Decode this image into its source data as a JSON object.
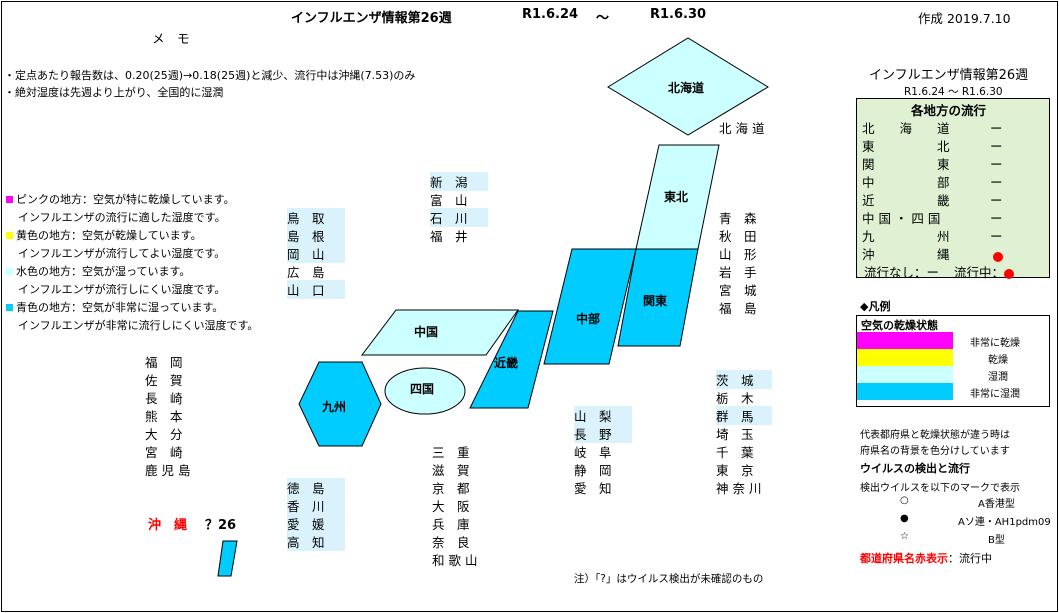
{
  "header": {
    "title": "インフルエンザ情報第26週",
    "date_from": "R1.6.24",
    "tilde": "〜",
    "date_to": "R1.6.30",
    "created": "作成 2019.7.10"
  },
  "memo": {
    "title": "メ　モ",
    "lines": [
      "・定点あたり報告数は、0.20(25週)→0.18(25週)と減少、流行中は沖縄(7.53)のみ",
      "・絶対湿度は先週より上がり、全国的に湿潤"
    ]
  },
  "humidity_legend": [
    {
      "swatch": "#ff00ff",
      "line1": "ピンクの地方：空気が特に乾燥しています。",
      "line2": "インフルエンザの流行に適した湿度です。"
    },
    {
      "swatch": "#ffff00",
      "line1": "黄色の地方：空気が乾燥しています。",
      "line2": "インフルエンザが流行してよい湿度です。"
    },
    {
      "swatch": "#ccffff",
      "line1": "水色の地方：空気が湿っています。",
      "line2": "インフルエンザが流行しにくい湿度です。"
    },
    {
      "swatch": "#00ccff",
      "line1": "青色の地方：空気が非常に湿っています。",
      "line2": "インフルエンザが非常に流行しにくい湿度です。"
    }
  ],
  "regions": {
    "hokkaido": "北海道",
    "tohoku": "東北",
    "kanto": "関東",
    "chubu": "中部",
    "kinki": "近畿",
    "chugoku": "中国",
    "shikoku": "四国",
    "kyushu": "九州"
  },
  "colors": {
    "light_blue": "#ccffff",
    "blue": "#00ccff",
    "highlight": "#d9f2fb",
    "region_box": "#dff0d3",
    "red": "#ff0000",
    "magenta": "#ff00ff",
    "yellow": "#ffff00"
  },
  "prefectures": {
    "hokkaido": [
      "北 海 道"
    ],
    "tohoku": [
      "青　森",
      "秋　田",
      "山　形",
      "岩　手",
      "宮　城",
      "福　島"
    ],
    "hokuriku": [
      "新　潟",
      "富　山",
      "石　川",
      "福　井"
    ],
    "chugoku": [
      "鳥　取",
      "島　根",
      "岡　山",
      "広　島",
      "山　口"
    ],
    "kyushu": [
      "福　岡",
      "佐　賀",
      "長　崎",
      "熊　本",
      "大　分",
      "宮　崎",
      "鹿 児 島"
    ],
    "shikoku": [
      "徳　島",
      "香　川",
      "愛　媛",
      "高　知"
    ],
    "kinki": [
      "三　重",
      "滋　賀",
      "京　都",
      "大　阪",
      "兵　庫",
      "奈　良",
      "和 歌 山"
    ],
    "chubu": [
      "山　梨",
      "長　野",
      "岐　阜",
      "静　岡",
      "愛　知"
    ],
    "kanto": [
      "茨　城",
      "栃　木",
      "群　馬",
      "埼　玉",
      "千　葉",
      "東　京",
      "神 奈 川"
    ],
    "okinawa": "沖　縄",
    "okinawa_q": "？26"
  },
  "right_panel": {
    "title": "インフルエンザ情報第26週",
    "range": "R1.6.24 〜 R1.6.30",
    "box_title": "各地方の流行",
    "rows": [
      {
        "name": "北　　海　　道",
        "value": "ー"
      },
      {
        "name": "東　　　　　北",
        "value": "ー"
      },
      {
        "name": "関　　　　　東",
        "value": "ー"
      },
      {
        "name": "中　　　　　部",
        "value": "ー"
      },
      {
        "name": "近　　　　　畿",
        "value": "ー"
      },
      {
        "name": "中 国 ・ 四 国",
        "value": "ー"
      },
      {
        "name": "九　　　　　州",
        "value": "ー"
      },
      {
        "name": "沖　　　　　縄",
        "value": ""
      }
    ],
    "footer_none": "流行なし：ー",
    "footer_active": "流行中："
  },
  "legend": {
    "title": "◆凡例",
    "dryness_title": "空気の乾燥状態",
    "dryness": [
      {
        "color": "#ff00ff",
        "label": "非常に乾燥"
      },
      {
        "color": "#ffff00",
        "label": "乾燥"
      },
      {
        "color": "#ccffff",
        "label": "湿潤"
      },
      {
        "color": "#00ccff",
        "label": "非常に湿潤"
      }
    ],
    "note1": "代表都府県と乾燥状態が違う時は",
    "note2": "府県名の背景を色分けしています",
    "virus_title": "ウイルスの検出と流行",
    "virus_note": "検出ウイルスを以下のマークで表示",
    "marks": [
      {
        "symbol": "○",
        "label": "A香港型"
      },
      {
        "symbol": "●",
        "label": "Aソ連・AH1pdm09"
      },
      {
        "symbol": "☆",
        "label": "B型"
      }
    ],
    "red_name": "都道府県名赤表示",
    "red_name_suffix": "：流行中"
  },
  "footnote": "注）「?」はウイルス検出が未確認のもの"
}
